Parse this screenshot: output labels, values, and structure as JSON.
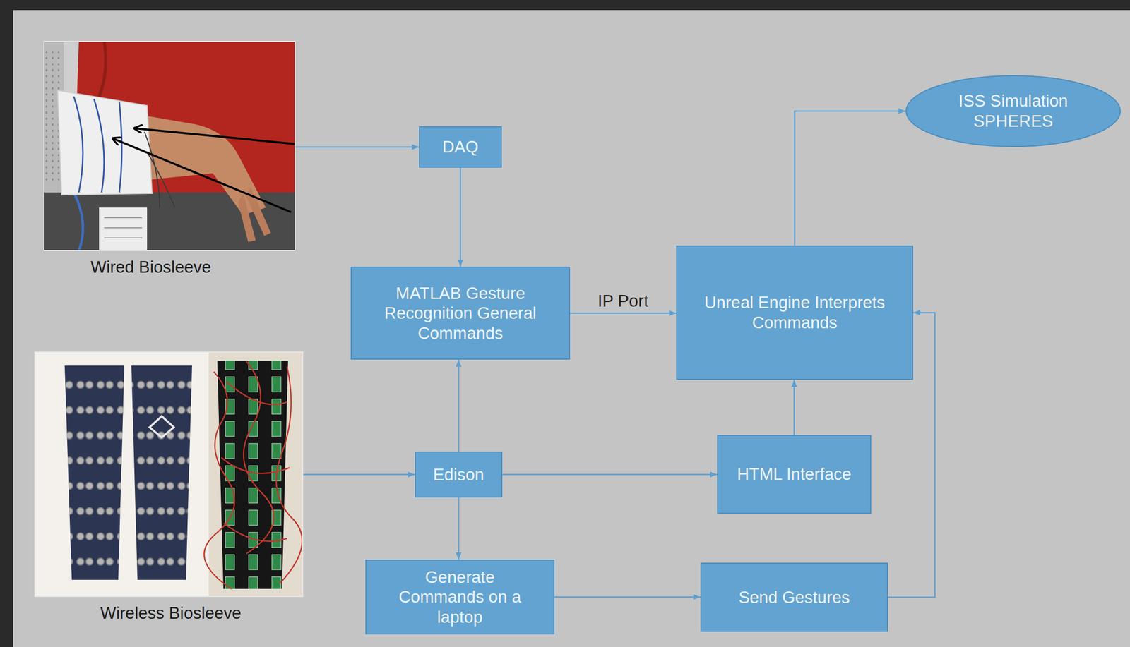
{
  "diagram": {
    "nodes": [
      {
        "text": [
          "Wired Biosleeve"
        ]
      },
      {
        "text": [
          "DAQ"
        ]
      },
      {
        "text": [
          "ISS Simulation SPHERES"
        ]
      },
      {
        "text": [
          "MATLAB Gesture Recognition General Commands"
        ]
      },
      {
        "text": [
          "Unreal Engine Interprets Commands"
        ]
      },
      {
        "text": [
          "Wireless Biosleeve"
        ]
      },
      {
        "text": [
          "Edison"
        ]
      },
      {
        "text": [
          "HTML Interface"
        ]
      },
      {
        "text": [
          "Generate Commands on a laptop"
        ]
      },
      {
        "text": [
          "Send Gestures"
        ]
      }
    ],
    "edges": [
      {
        "from": 0,
        "to": 1,
        "arrow": "to"
      },
      {
        "from": 1,
        "to": 3,
        "arrow": "to"
      },
      {
        "from": 3,
        "to": 4,
        "label": "IP Port",
        "arrow": "to"
      },
      {
        "from": 6,
        "to": 3,
        "arrow": "to"
      },
      {
        "from": 4,
        "to": 2,
        "arrow": "to"
      },
      {
        "from": 5,
        "to": 6,
        "arrow": "to"
      },
      {
        "from": 6,
        "to": 7,
        "arrow": "to"
      },
      {
        "from": 7,
        "to": 4,
        "arrow": "to"
      },
      {
        "from": 6,
        "to": 8,
        "arrow": "to"
      },
      {
        "from": 8,
        "to": 9,
        "arrow": "to"
      },
      {
        "from": 9,
        "to": 4,
        "arrow": "to"
      }
    ]
  }
}
